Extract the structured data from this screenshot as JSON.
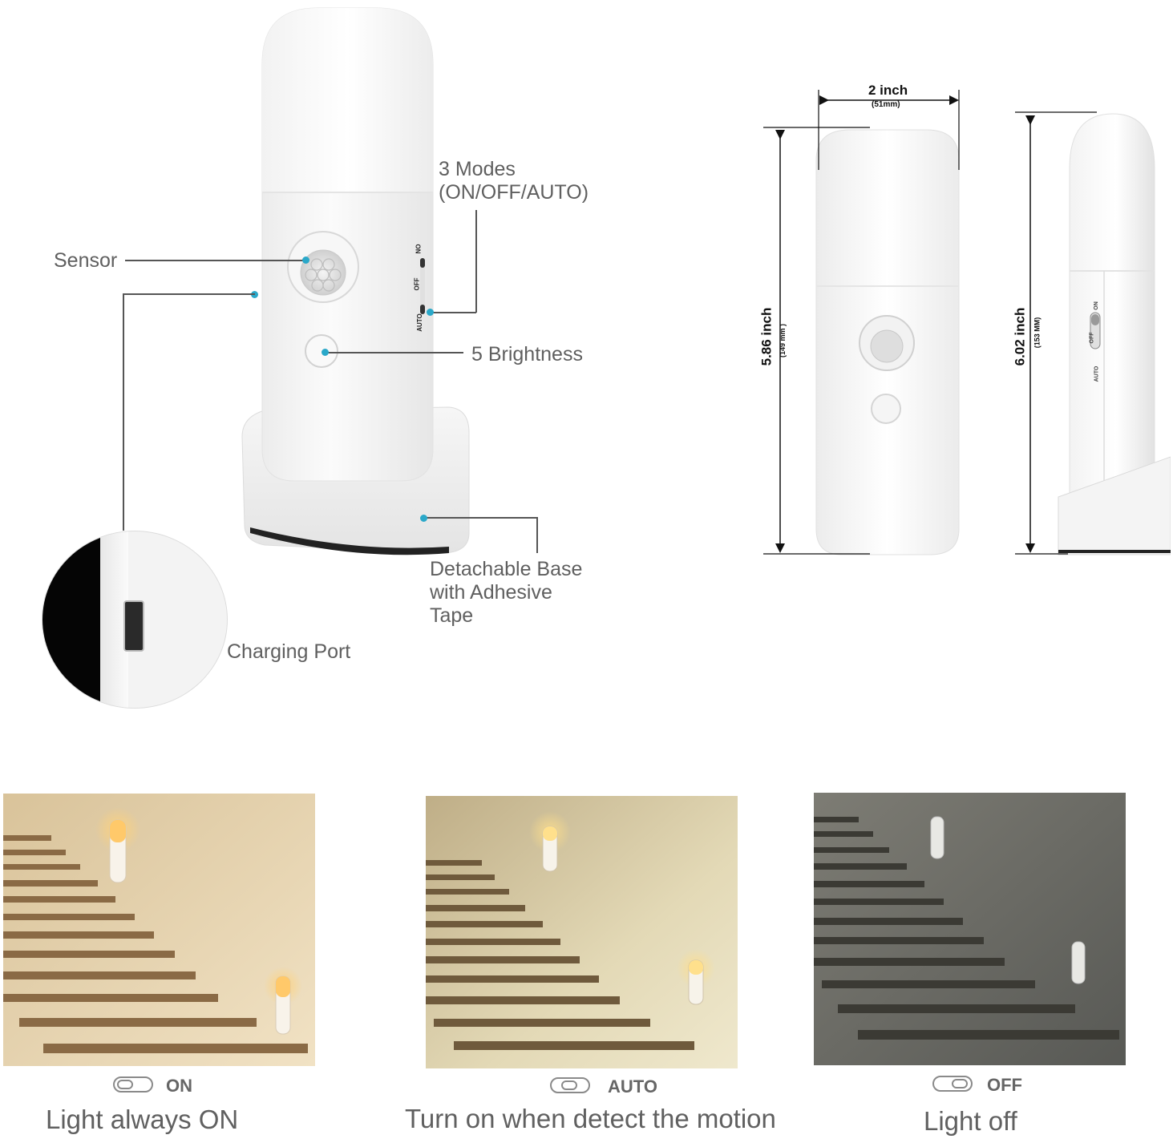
{
  "callouts": {
    "modes_line1": "3 Modes",
    "modes_line2": "(ON/OFF/AUTO)",
    "sensor": "Sensor",
    "brightness": "5 Brightness",
    "base_line1": "Detachable Base",
    "base_line2": "with Adhesive",
    "base_line3": "Tape",
    "charging": "Charging Port"
  },
  "device_switch": {
    "on": "ON",
    "off": "OFF",
    "auto": "AUTO"
  },
  "dimensions": {
    "width_main": "2 inch",
    "width_sub": "(51mm)",
    "height1_main": "5.86 inch",
    "height1_sub": "(149 mm )",
    "height2_main": "6.02 inch",
    "height2_sub": "(153 MM)"
  },
  "modes": [
    {
      "label": "ON",
      "caption": "Light always ON",
      "knob": "left"
    },
    {
      "label": "AUTO",
      "caption": "Turn on when detect the motion",
      "knob": "center"
    },
    {
      "label": "OFF",
      "caption": "Light off",
      "knob": "right"
    }
  ],
  "colors": {
    "accent_dot": "#2aa8c9",
    "on_scene": "#e6d2ab",
    "auto_scene": "#d9cda6",
    "off_scene": "#636460"
  }
}
